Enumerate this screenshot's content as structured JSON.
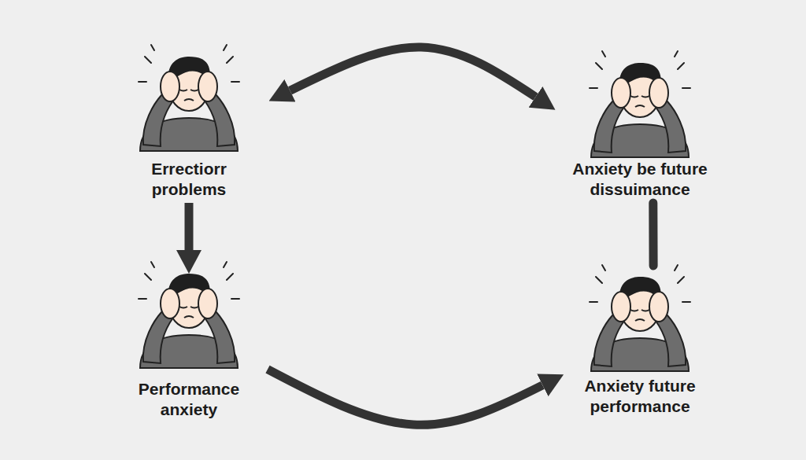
{
  "diagram": {
    "nodes": [
      {
        "text": [
          "Errectiorr problems"
        ]
      },
      {
        "text": [
          "Anxiety be future dissuimance"
        ]
      },
      {
        "text": [
          "Performance anxiety"
        ]
      },
      {
        "text": [
          "Anxiety future performance"
        ]
      }
    ],
    "edges": [
      {
        "from": 0,
        "to": 1,
        "arrow": "both"
      },
      {
        "from": 0,
        "to": 2,
        "arrow": "to"
      },
      {
        "from": 2,
        "to": 3,
        "arrow": "to"
      },
      {
        "from": 3,
        "to": 1,
        "arrow": "none"
      }
    ]
  }
}
